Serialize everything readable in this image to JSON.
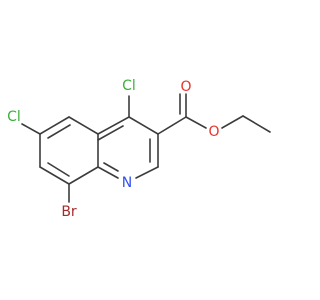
{
  "molecule": {
    "atoms": {
      "cl_top": {
        "label": "Cl",
        "color": "#3cb03c"
      },
      "cl_left": {
        "label": "Cl",
        "color": "#3cb03c"
      },
      "o_carbonyl": {
        "label": "O",
        "color": "#e8322c"
      },
      "o_ester": {
        "label": "O",
        "color": "#e8322c"
      },
      "n_ring": {
        "label": "N",
        "color": "#3050f0"
      },
      "br": {
        "label": "Br",
        "color": "#a62929"
      }
    },
    "bond_color": "#3c3c3c"
  }
}
